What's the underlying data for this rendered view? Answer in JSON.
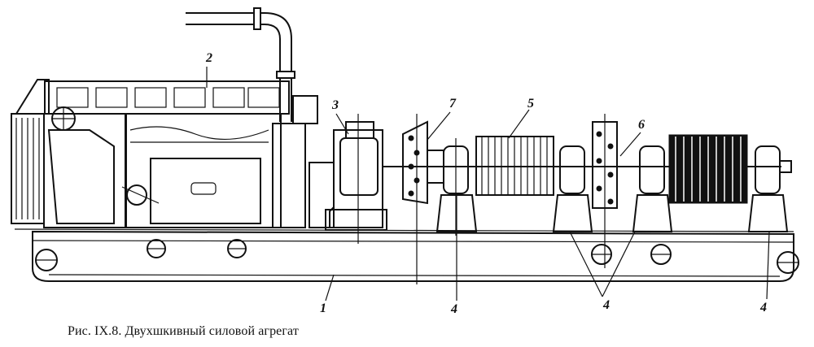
{
  "figure": {
    "caption": "Рис. IX.8. Двухшкивный силовой агрегат",
    "callouts": {
      "frame": "1",
      "engine": "2",
      "gearbox": "3",
      "supports_left": "4",
      "supports_middle": "4",
      "supports_right": "4",
      "pulley_left": "5",
      "clutch_right": "6",
      "clutch_left": "7"
    }
  }
}
